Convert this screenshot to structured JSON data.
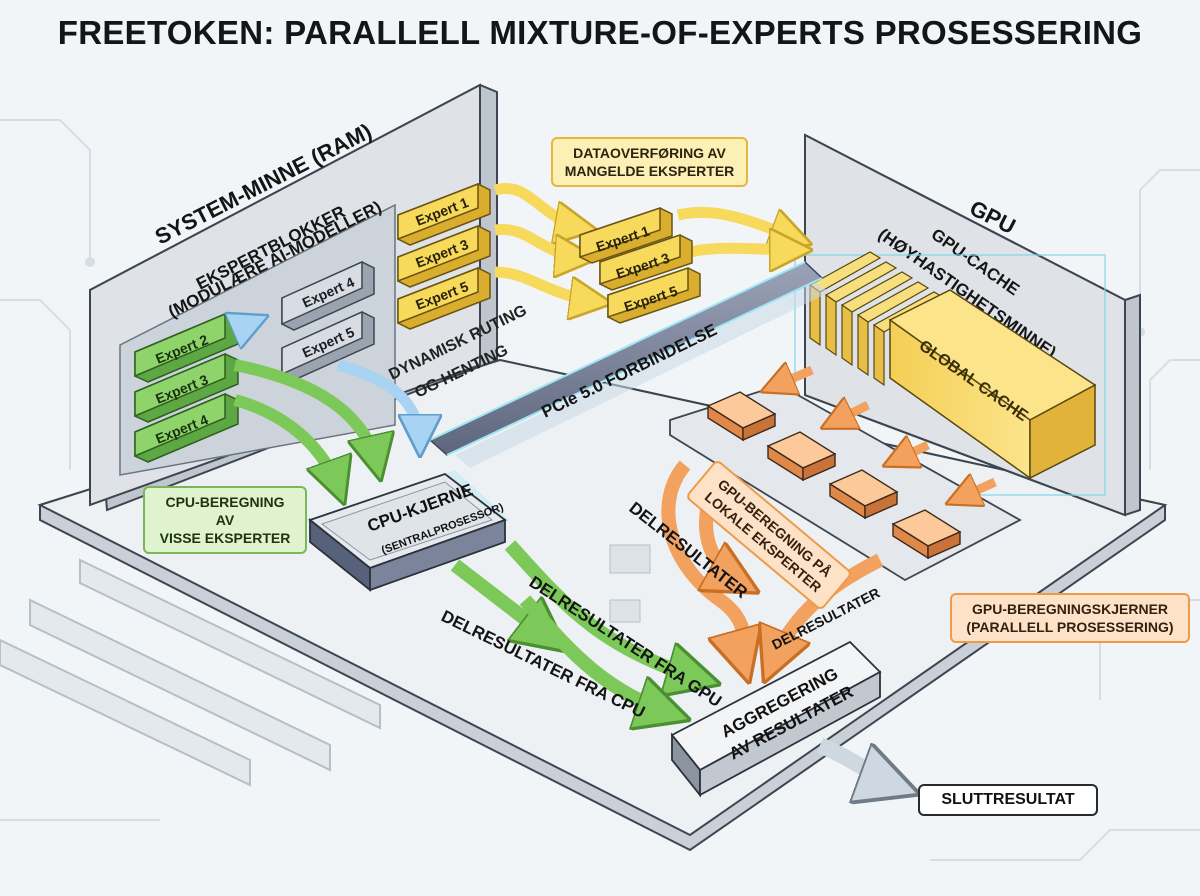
{
  "title": "FREETOKEN: PARALLELL MIXTURE-OF-EXPERTS PROSESSERING",
  "system_memory": {
    "label": "SYSTEM-MINNE (RAM)",
    "expert_blocks_label_line1": "EKSPERTBLOKKER",
    "expert_blocks_label_line2": "(MODULÆRE AI-MODELLER)",
    "green_experts": [
      "Expert 2",
      "Expert 3",
      "Expert 4"
    ],
    "grey_experts": [
      "Expert 4",
      "Expert 5"
    ],
    "yellow_experts": [
      "Expert 1",
      "Expert 3",
      "Expert 5"
    ],
    "routing_line1": "DYNAMISK RUTING",
    "routing_line2": "OG HENTING"
  },
  "transfer": {
    "callout_line1": "DATAOVERFØRING AV",
    "callout_line2": "MANGELDE EKSPERTER",
    "moving_experts": [
      "Expert 1",
      "Expert 3",
      "Expert 5"
    ]
  },
  "pcie_label": "PCIe 5.0 FORBINDELSE",
  "gpu": {
    "label": "GPU",
    "cache_line1": "GPU-CACHE",
    "cache_line2": "(HØYHASTIGHETSMINNE)",
    "global_cache": "GLOBAL CACHE",
    "compute_line1": "GPU-BEREGNING PÅ",
    "compute_line2": "LOKALE EKSPERTER",
    "cores_callout_line1": "GPU-BEREGNINGSKJERNER",
    "cores_callout_line2": "(PARALLELL PROSESSERING)"
  },
  "cpu": {
    "label": "CPU-KJERNE",
    "sublabel": "(SENTRALPROSESSOR)",
    "callout_line1": "CPU-BEREGNING AV",
    "callout_line2": "VISSE EKSPERTER"
  },
  "flows": {
    "delresultater": "DELRESULTATER",
    "delresultater_fra_gpu": "DELRESULTATER FRA GPU",
    "delresultater_fra_cpu": "DELRESULTATER FRA CPU"
  },
  "aggregation_line1": "AGGREGERING",
  "aggregation_line2": "AV RESULTATER",
  "final_result": "SLUTTRESULTAT",
  "colors": {
    "yellow": "#f7d95c",
    "green": "#7cc95a",
    "orange": "#f3a15f",
    "blue": "#a9d3f2",
    "board": "#e9edf1",
    "panel": "#d6dbe1"
  }
}
